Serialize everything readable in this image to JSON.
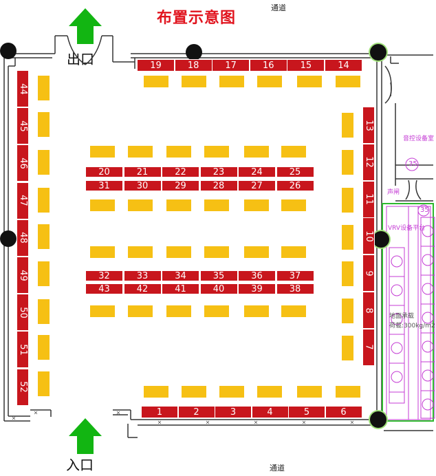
{
  "title": "布置示意图",
  "corridor_top": "通道",
  "corridor_bottom": "通道",
  "exit_label": "出口",
  "entrance_label": "入口",
  "right_room_1": "音控设备室",
  "right_room_badge": "35",
  "right_room_2": "声闸",
  "right_panel_label": "VRV设备平台",
  "right_panel_badge": "35",
  "right_note_1": "地面承载",
  "right_note_2": "荷载:300kg/m2",
  "colors": {
    "booth": "#c8161d",
    "table": "#f6c014",
    "arrow": "#12b512",
    "title": "#e1141e"
  },
  "booths_top": [
    "19",
    "18",
    "17",
    "16",
    "15",
    "14"
  ],
  "booths_bottom": [
    "1",
    "2",
    "3",
    "4",
    "5",
    "6"
  ],
  "booths_left": [
    "44",
    "45",
    "46",
    "47",
    "48",
    "49",
    "50",
    "51",
    "52"
  ],
  "booths_right": [
    "13",
    "12",
    "11",
    "10",
    "9",
    "8",
    "7"
  ],
  "booths_row_a": [
    "20",
    "21",
    "22",
    "23",
    "24",
    "25"
  ],
  "booths_row_b": [
    "31",
    "30",
    "29",
    "28",
    "27",
    "26"
  ],
  "booths_row_c": [
    "32",
    "33",
    "34",
    "35",
    "36",
    "37"
  ],
  "booths_row_d": [
    "43",
    "42",
    "41",
    "40",
    "39",
    "38"
  ]
}
